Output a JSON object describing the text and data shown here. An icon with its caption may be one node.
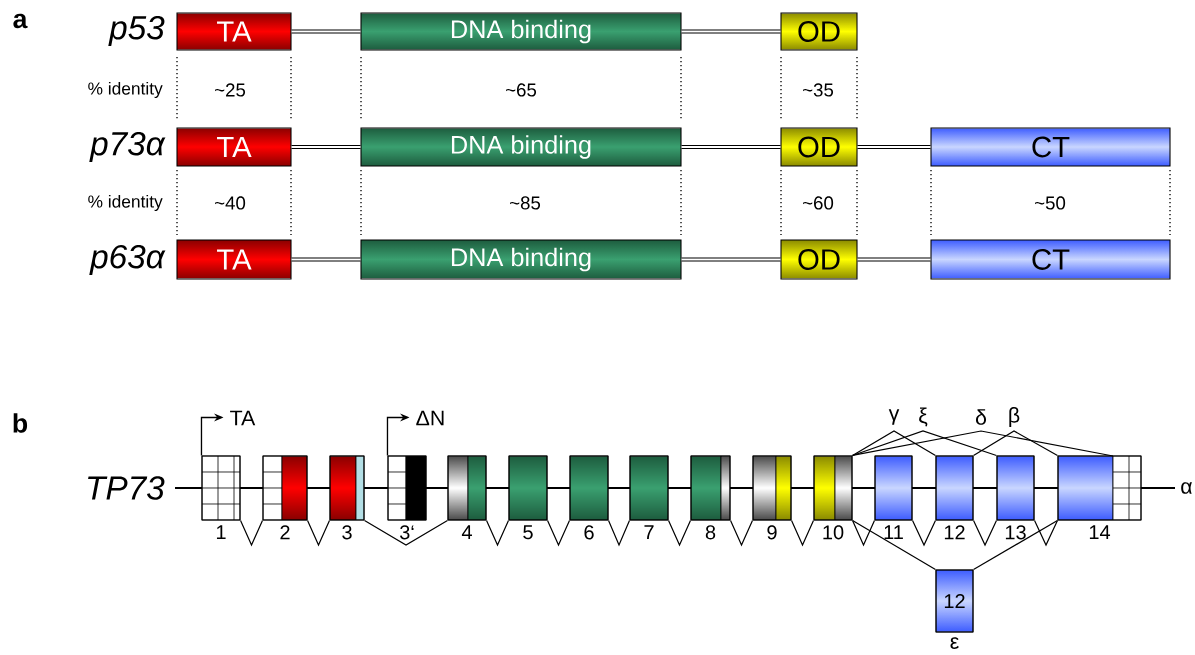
{
  "diagram": {
    "nodes": [
      {
        "text": [
          "TA"
        ]
      },
      {
        "text": [
          "DNA binding"
        ]
      },
      {
        "text": [
          "OD"
        ]
      },
      {
        "text": [
          "TA"
        ]
      },
      {
        "text": [
          "DNA binding"
        ]
      },
      {
        "text": [
          "OD"
        ]
      },
      {
        "text": [
          "CT"
        ]
      },
      {
        "text": [
          "TA"
        ]
      },
      {
        "text": [
          "DNA binding"
        ]
      },
      {
        "text": [
          "OD"
        ]
      },
      {
        "text": [
          "CT"
        ]
      },
      {
        "text": [
          "1"
        ]
      },
      {
        "text": [
          "2"
        ]
      },
      {
        "text": [
          "3"
        ]
      },
      {
        "text": [
          "3‘"
        ]
      },
      {
        "text": [
          "4"
        ]
      },
      {
        "text": [
          "5"
        ]
      },
      {
        "text": [
          "6"
        ]
      },
      {
        "text": [
          "7"
        ]
      },
      {
        "text": [
          "8"
        ]
      },
      {
        "text": [
          "9"
        ]
      },
      {
        "text": [
          "10"
        ]
      },
      {
        "text": [
          "11"
        ]
      },
      {
        "text": [
          "12"
        ]
      },
      {
        "text": [
          "13"
        ]
      },
      {
        "text": [
          "14"
        ]
      },
      {
        "text": [
          "12"
        ],
        "beside": [
          "ε"
        ]
      }
    ],
    "edges": [
      {
        "from": 0,
        "to": 1,
        "arrow": "none",
        "style": "thick"
      },
      {
        "from": 1,
        "to": 2,
        "arrow": "none",
        "style": "thick"
      },
      {
        "from": 3,
        "to": 4,
        "arrow": "none",
        "style": "thick"
      },
      {
        "from": 4,
        "to": 5,
        "arrow": "none",
        "style": "thick"
      },
      {
        "from": 5,
        "to": 6,
        "arrow": "none",
        "style": "thick"
      },
      {
        "from": 7,
        "to": 8,
        "arrow": "none",
        "style": "thick"
      },
      {
        "from": 8,
        "to": 9,
        "arrow": "none",
        "style": "thick"
      },
      {
        "from": 9,
        "to": 10,
        "arrow": "none",
        "style": "thick"
      },
      {
        "from": 11,
        "to": null,
        "arrow": "to",
        "label": "TA"
      },
      {
        "from": 14,
        "to": null,
        "arrow": "to",
        "label": "ΔN"
      },
      {
        "from": 11,
        "to": 12,
        "arrow": "none"
      },
      {
        "from": 12,
        "to": 13,
        "arrow": "none"
      },
      {
        "from": 13,
        "to": 15,
        "arrow": "none"
      },
      {
        "from": 15,
        "to": 16,
        "arrow": "none"
      },
      {
        "from": 16,
        "to": 17,
        "arrow": "none"
      },
      {
        "from": 17,
        "to": 18,
        "arrow": "none"
      },
      {
        "from": 18,
        "to": 19,
        "arrow": "none"
      },
      {
        "from": 19,
        "to": 20,
        "arrow": "none"
      },
      {
        "from": 20,
        "to": 21,
        "arrow": "none"
      },
      {
        "from": 21,
        "to": 22,
        "arrow": "none"
      },
      {
        "from": 22,
        "to": 23,
        "arrow": "none"
      },
      {
        "from": 23,
        "to": 24,
        "arrow": "none"
      },
      {
        "from": 24,
        "to": 25,
        "arrow": "none"
      },
      {
        "from": 21,
        "to": 26,
        "arrow": "none"
      },
      {
        "from": 26,
        "to": 25,
        "arrow": "none"
      },
      {
        "from": 21,
        "to": 23,
        "arrow": "none",
        "label": "γ"
      },
      {
        "from": 21,
        "to": 24,
        "arrow": "none",
        "label": "ξ"
      },
      {
        "from": 21,
        "to": 25,
        "arrow": "none",
        "label": "δ"
      },
      {
        "from": 23,
        "to": 25,
        "arrow": "none",
        "label": "β"
      }
    ],
    "labels": [
      "a",
      "p53",
      "% identity",
      "~25",
      "~65",
      "~35",
      "p73α",
      "% identity",
      "~40",
      "~85",
      "~60",
      "~50",
      "p63α",
      "b",
      "TP73",
      "α"
    ]
  }
}
